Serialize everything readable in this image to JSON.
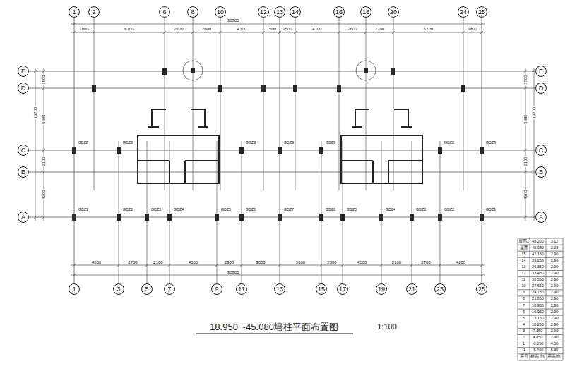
{
  "diagram": {
    "title": "18.950 ~45.080墙柱平面布置图",
    "nodes": [
      {
        "text": [
          "1"
        ]
      },
      {
        "text": [
          "2"
        ]
      },
      {
        "text": [
          "6"
        ]
      },
      {
        "text": [
          "8"
        ]
      },
      {
        "text": [
          "10"
        ]
      },
      {
        "text": [
          "12"
        ]
      },
      {
        "text": [
          "13"
        ]
      },
      {
        "text": [
          "14"
        ]
      },
      {
        "text": [
          "16"
        ]
      },
      {
        "text": [
          "18"
        ]
      },
      {
        "text": [
          "20"
        ]
      },
      {
        "text": [
          "24"
        ]
      },
      {
        "text": [
          "25"
        ]
      },
      {
        "text": [
          "E"
        ]
      },
      {
        "text": [
          "D"
        ]
      },
      {
        "text": [
          "C"
        ]
      },
      {
        "text": [
          "B"
        ]
      },
      {
        "text": [
          "A"
        ]
      },
      {
        "text": [
          "E"
        ]
      },
      {
        "text": [
          "D"
        ]
      },
      {
        "text": [
          "C"
        ]
      },
      {
        "text": [
          "B"
        ]
      },
      {
        "text": [
          "A"
        ]
      },
      {
        "text": [
          "1"
        ]
      },
      {
        "text": [
          "3"
        ]
      },
      {
        "text": [
          "5"
        ]
      },
      {
        "text": [
          "7"
        ]
      },
      {
        "text": [
          "9"
        ]
      },
      {
        "text": [
          "11"
        ]
      },
      {
        "text": [
          "13"
        ]
      },
      {
        "text": [
          "15"
        ]
      },
      {
        "text": [
          "17"
        ]
      },
      {
        "text": [
          "19"
        ]
      },
      {
        "text": [
          "21"
        ]
      },
      {
        "text": [
          "23"
        ]
      },
      {
        "text": [
          "25"
        ]
      }
    ],
    "edges": [
      {
        "from": 13,
        "to": 18,
        "arrow": "none"
      },
      {
        "from": 14,
        "to": 19,
        "arrow": "none"
      },
      {
        "from": 15,
        "to": 20,
        "arrow": "none"
      },
      {
        "from": 16,
        "to": 21,
        "arrow": "none"
      },
      {
        "from": 17,
        "to": 22,
        "arrow": "none"
      },
      {
        "from": 0,
        "to": 23,
        "arrow": "none"
      },
      {
        "from": 6,
        "to": 29,
        "arrow": "none"
      },
      {
        "from": 12,
        "to": 35,
        "arrow": "none"
      }
    ],
    "labels": [
      "1800",
      "6700",
      "2700",
      "2600",
      "4100",
      "1500",
      "1500",
      "4100",
      "2600",
      "2700",
      "6700",
      "1800",
      "38800",
      "4200",
      "2700",
      "2100",
      "4500",
      "2300",
      "3600",
      "3600",
      "2300",
      "4500",
      "2100",
      "2700",
      "4200",
      "38800",
      "1500",
      "5900",
      "2100",
      "4200",
      "13700",
      "1500",
      "5900",
      "2100",
      "4200",
      "13700",
      "GBZ1",
      "GBZ2",
      "GBZ3",
      "GBZ4",
      "GBZ5",
      "GBZ6",
      "GBZ7",
      "GBZ6",
      "GBZ5",
      "GBZ4",
      "GBZ3",
      "GBZ2",
      "GBZ1",
      "GBZ8",
      "GBZ8",
      "GBZ9",
      "GBZ9",
      "GBZ9",
      "GBZ8",
      "GBZ8",
      "1:100",
      "屋面2",
      "48.200",
      "3.12",
      "屋面",
      "45.080",
      "2.93",
      "15",
      "42.150",
      "2.90",
      "14",
      "39.250",
      "2.90",
      "13",
      "36.350",
      "2.90",
      "12",
      "33.450",
      "2.90",
      "11",
      "30.550",
      "2.90",
      "10",
      "27.650",
      "2.90",
      "9",
      "24.750",
      "2.90",
      "8",
      "21.850",
      "2.90",
      "7",
      "18.950",
      "2.90",
      "6",
      "16.050",
      "2.90",
      "5",
      "13.150",
      "2.90",
      "4",
      "10.250",
      "2.90",
      "3",
      "7.350",
      "2.90",
      "2",
      "4.450",
      "2.90",
      "1",
      "-0.050",
      "4.50",
      "-1",
      "-5.400",
      "5.35",
      "层号",
      "标高(m)",
      "层高(m)"
    ]
  }
}
